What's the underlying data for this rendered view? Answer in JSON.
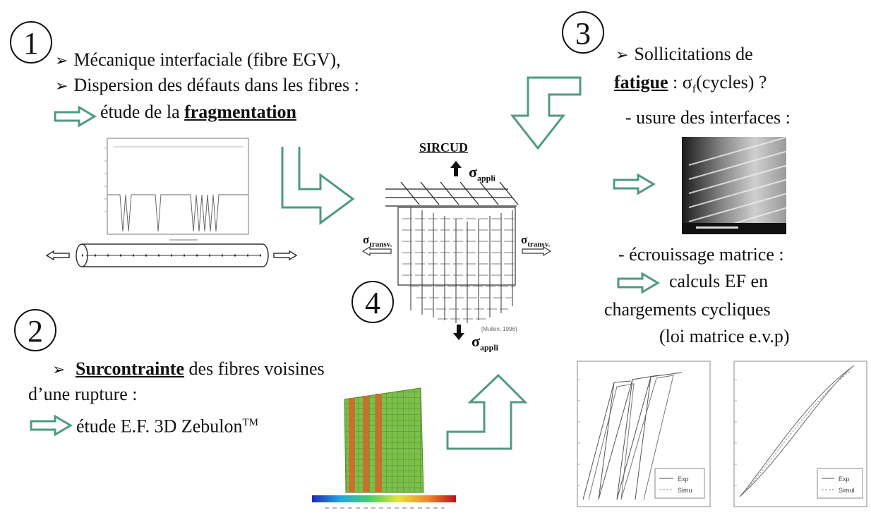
{
  "numbers": {
    "n1": "1",
    "n2": "2",
    "n3": "3",
    "n4": "4"
  },
  "section1": {
    "line1": "Mécanique interfaciale (fibre EGV),",
    "line2": "Dispersion des défauts dans les fibres :",
    "line3_prefix": "étude de la ",
    "line3_bold": "fragmentation"
  },
  "section2": {
    "line1_bold": "Surcontrainte",
    "line1_rest": " des fibres voisines",
    "line2": "d’une rupture :",
    "line3": "étude E.F. 3D Zebulon",
    "line3_sup": "TM"
  },
  "section3": {
    "line1": "Sollicitations de",
    "line2_bold": "fatigue",
    "line2_rest_a": " : σ",
    "line2_sub": "f",
    "line2_rest_b": "(cycles) ?",
    "line3": "- usure des interfaces :",
    "line4": "- écrouissage matrice :",
    "line5": "calculs EF en",
    "line6": "chargements cycliques",
    "line7": "(loi matrice e.v.p)"
  },
  "center": {
    "title": "SIRCUD",
    "sigma": "σ",
    "appli": "appli",
    "transv": "transv.",
    "credit": "[Mullen, 1996]"
  },
  "graph_right_a": {
    "legend": [
      "Exp",
      "Simu"
    ]
  },
  "graph_right_b": {
    "legend": [
      "Exp",
      "Simul"
    ]
  },
  "colors": {
    "arrow_green": "#4f9a80",
    "text": "#111111"
  }
}
